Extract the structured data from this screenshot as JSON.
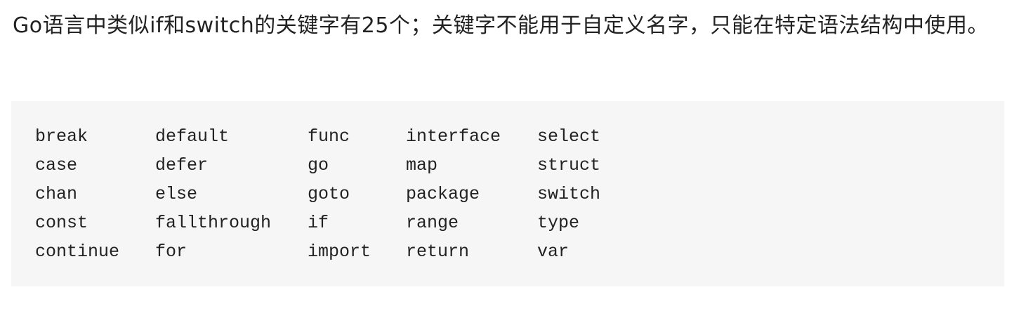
{
  "paragraph": {
    "text": "Go语言中类似if和switch的关键字有25个；关键字不能用于自定义名字，只能在特定语法结构中使用。"
  },
  "code_block": {
    "rows": [
      [
        "break",
        "default",
        "func",
        "interface",
        "select"
      ],
      [
        "case",
        "defer",
        "go",
        "map",
        "struct"
      ],
      [
        "chan",
        "else",
        "goto",
        "package",
        "switch"
      ],
      [
        "const",
        "fallthrough",
        "if",
        "range",
        "type"
      ],
      [
        "continue",
        "for",
        "import",
        "return",
        "var"
      ]
    ]
  }
}
